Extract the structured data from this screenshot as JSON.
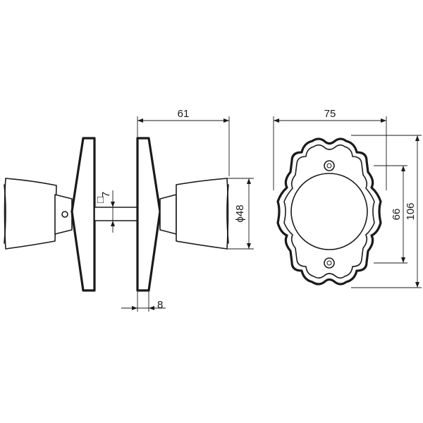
{
  "dimensions": {
    "depth": "61",
    "rose_width": "75",
    "spindle_square_symbol": "□",
    "spindle_square": "7",
    "knob_diameter": "ϕ48",
    "screw_pitch": "66",
    "rose_height": "106",
    "door_thickness_gap": "8"
  }
}
